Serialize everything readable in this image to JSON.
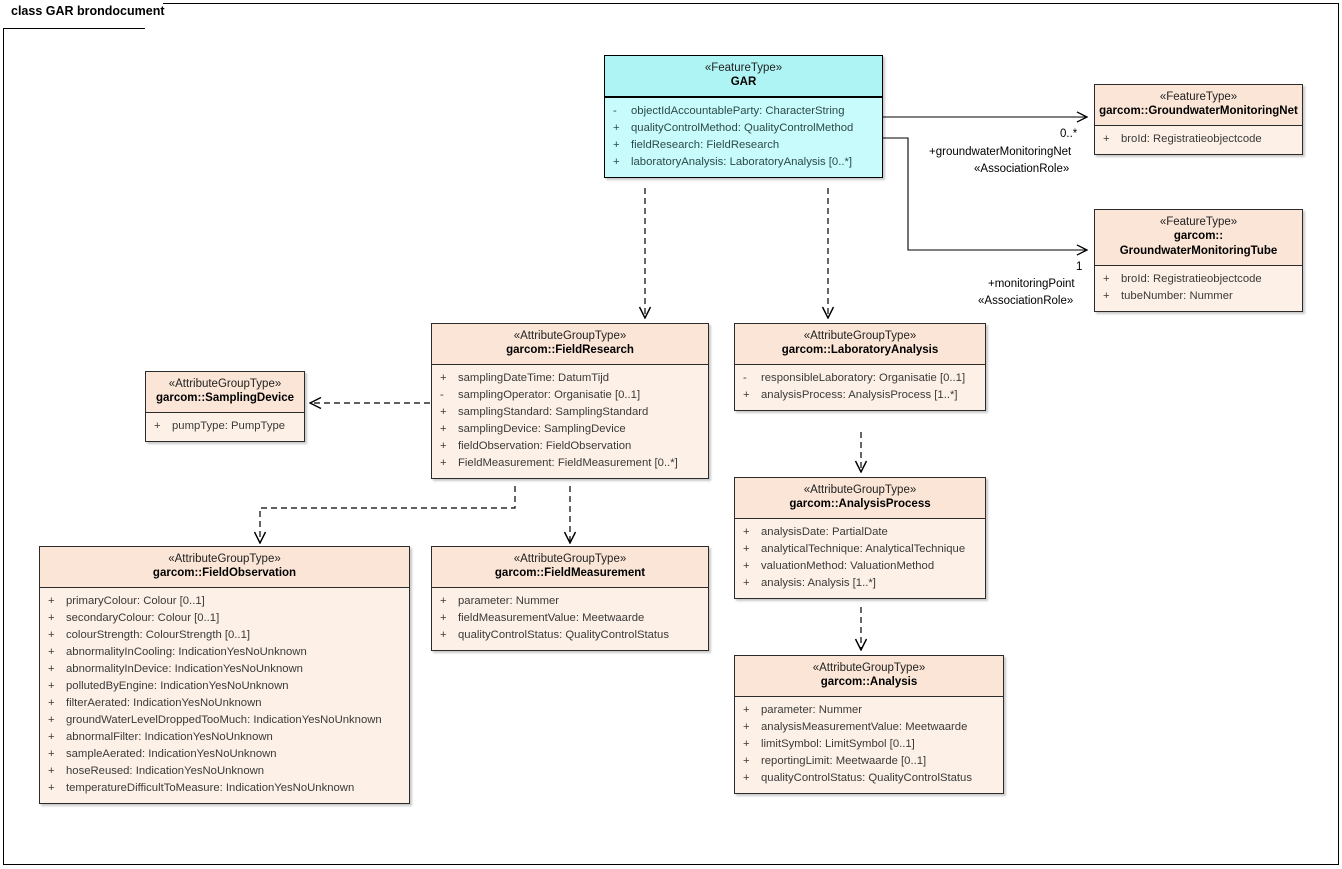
{
  "diagram": {
    "title": "class GAR brondocument",
    "colors": {
      "feature_header": "#fbe5d6",
      "feature_body": "#fdf0e6",
      "gar_header": "#aff4f4",
      "gar_body": "#c8fbfb",
      "border": "#2b2b2b",
      "text": "#3a3a3a"
    }
  },
  "classes": {
    "gar": {
      "stereotype": "«FeatureType»",
      "name": "GAR",
      "attributes": [
        {
          "vis": "-",
          "text": "objectIdAccountableParty: CharacterString"
        },
        {
          "vis": "+",
          "text": "qualityControlMethod: QualityControlMethod"
        },
        {
          "vis": "+",
          "text": "fieldResearch: FieldResearch"
        },
        {
          "vis": "+",
          "text": "laboratoryAnalysis: LaboratoryAnalysis [0..*]"
        }
      ]
    },
    "groundwater_monitoring_net": {
      "stereotype": "«FeatureType»",
      "name": "garcom::GroundwaterMonitoringNet",
      "attributes": [
        {
          "vis": "+",
          "text": "broId: Registratieobjectcode"
        }
      ]
    },
    "groundwater_monitoring_tube": {
      "stereotype": "«FeatureType»",
      "name_line1": "garcom::",
      "name_line2": "GroundwaterMonitoringTube",
      "attributes": [
        {
          "vis": "+",
          "text": "broId: Registratieobjectcode"
        },
        {
          "vis": "+",
          "text": "tubeNumber: Nummer"
        }
      ]
    },
    "field_research": {
      "stereotype": "«AttributeGroupType»",
      "name": "garcom::FieldResearch",
      "attributes": [
        {
          "vis": "+",
          "text": "samplingDateTime: DatumTijd"
        },
        {
          "vis": "-",
          "text": "samplingOperator: Organisatie [0..1]"
        },
        {
          "vis": "+",
          "text": "samplingStandard: SamplingStandard"
        },
        {
          "vis": "+",
          "text": "samplingDevice: SamplingDevice"
        },
        {
          "vis": "+",
          "text": "fieldObservation: FieldObservation"
        },
        {
          "vis": "+",
          "text": "FieldMeasurement: FieldMeasurement [0..*]"
        }
      ]
    },
    "sampling_device": {
      "stereotype": "«AttributeGroupType»",
      "name": "garcom::SamplingDevice",
      "attributes": [
        {
          "vis": "+",
          "text": "pumpType: PumpType"
        }
      ]
    },
    "laboratory_analysis": {
      "stereotype": "«AttributeGroupType»",
      "name": "garcom::LaboratoryAnalysis",
      "attributes": [
        {
          "vis": "-",
          "text": "responsibleLaboratory: Organisatie [0..1]"
        },
        {
          "vis": "+",
          "text": "analysisProcess: AnalysisProcess [1..*]"
        }
      ]
    },
    "analysis_process": {
      "stereotype": "«AttributeGroupType»",
      "name": "garcom::AnalysisProcess",
      "attributes": [
        {
          "vis": "+",
          "text": "analysisDate: PartialDate"
        },
        {
          "vis": "+",
          "text": "analyticalTechnique: AnalyticalTechnique"
        },
        {
          "vis": "+",
          "text": "valuationMethod: ValuationMethod"
        },
        {
          "vis": "+",
          "text": "analysis: Analysis [1..*]"
        }
      ]
    },
    "analysis": {
      "stereotype": "«AttributeGroupType»",
      "name": "garcom::Analysis",
      "attributes": [
        {
          "vis": "+",
          "text": "parameter: Nummer"
        },
        {
          "vis": "+",
          "text": "analysisMeasurementValue: Meetwaarde"
        },
        {
          "vis": "+",
          "text": "limitSymbol: LimitSymbol [0..1]"
        },
        {
          "vis": "+",
          "text": "reportingLimit: Meetwaarde [0..1]"
        },
        {
          "vis": "+",
          "text": "qualityControlStatus: QualityControlStatus"
        }
      ]
    },
    "field_observation": {
      "stereotype": "«AttributeGroupType»",
      "name": "garcom::FieldObservation",
      "attributes": [
        {
          "vis": "+",
          "text": "primaryColour: Colour [0..1]"
        },
        {
          "vis": "+",
          "text": "secondaryColour: Colour [0..1]"
        },
        {
          "vis": "+",
          "text": "colourStrength: ColourStrength [0..1]"
        },
        {
          "vis": "+",
          "text": "abnormalityInCooling: IndicationYesNoUnknown"
        },
        {
          "vis": "+",
          "text": "abnormalityInDevice: IndicationYesNoUnknown"
        },
        {
          "vis": "+",
          "text": "pollutedByEngine: IndicationYesNoUnknown"
        },
        {
          "vis": "+",
          "text": "filterAerated: IndicationYesNoUnknown"
        },
        {
          "vis": "+",
          "text": "groundWaterLevelDroppedTooMuch: IndicationYesNoUnknown"
        },
        {
          "vis": "+",
          "text": "abnormalFilter: IndicationYesNoUnknown"
        },
        {
          "vis": "+",
          "text": "sampleAerated: IndicationYesNoUnknown"
        },
        {
          "vis": "+",
          "text": "hoseReused: IndicationYesNoUnknown"
        },
        {
          "vis": "+",
          "text": "temperatureDifficultToMeasure: IndicationYesNoUnknown"
        }
      ]
    },
    "field_measurement": {
      "stereotype": "«AttributeGroupType»",
      "name": "garcom::FieldMeasurement",
      "attributes": [
        {
          "vis": "+",
          "text": "parameter: Nummer"
        },
        {
          "vis": "+",
          "text": "fieldMeasurementValue: Meetwaarde"
        },
        {
          "vis": "+",
          "text": "qualityControlStatus: QualityControlStatus"
        }
      ]
    }
  },
  "connectors": {
    "gar_to_net": {
      "role": "+groundwaterMonitoringNet",
      "stereotype": "«AssociationRole»",
      "multiplicity": "0..*"
    },
    "gar_to_tube": {
      "role": "+monitoringPoint",
      "stereotype": "«AssociationRole»",
      "multiplicity": "1"
    }
  }
}
